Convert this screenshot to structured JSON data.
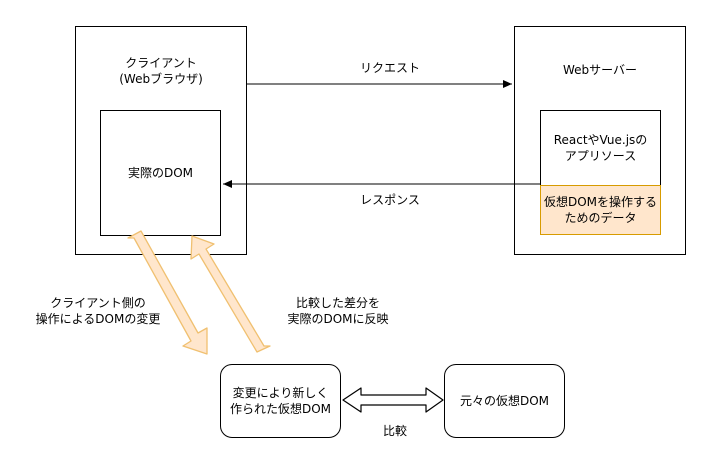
{
  "client": {
    "title": "クライアント\n(Webブラウザ)",
    "real_dom": "実際のDOM"
  },
  "server": {
    "title": "Webサーバー",
    "resources": "ReactやVue.jsの\nアプリソース",
    "vdom_data": "仮想DOMを操作する\nためのデータ"
  },
  "arrows": {
    "request": "リクエスト",
    "response": "レスポンス",
    "client_op": "クライアント側の\n操作によるDOMの変更",
    "reflect": "比較した差分を\n実際のDOMに反映",
    "compare": "比較"
  },
  "vdom": {
    "new": "変更により新しく\n作られた仮想DOM",
    "original": "元々の仮想DOM"
  },
  "colors": {
    "highlight_fill": "#ffe6cc",
    "highlight_stroke": "#d79b00",
    "big_arrow_fill": "#ffe6cc",
    "big_arrow_stroke": "#f0c070"
  }
}
